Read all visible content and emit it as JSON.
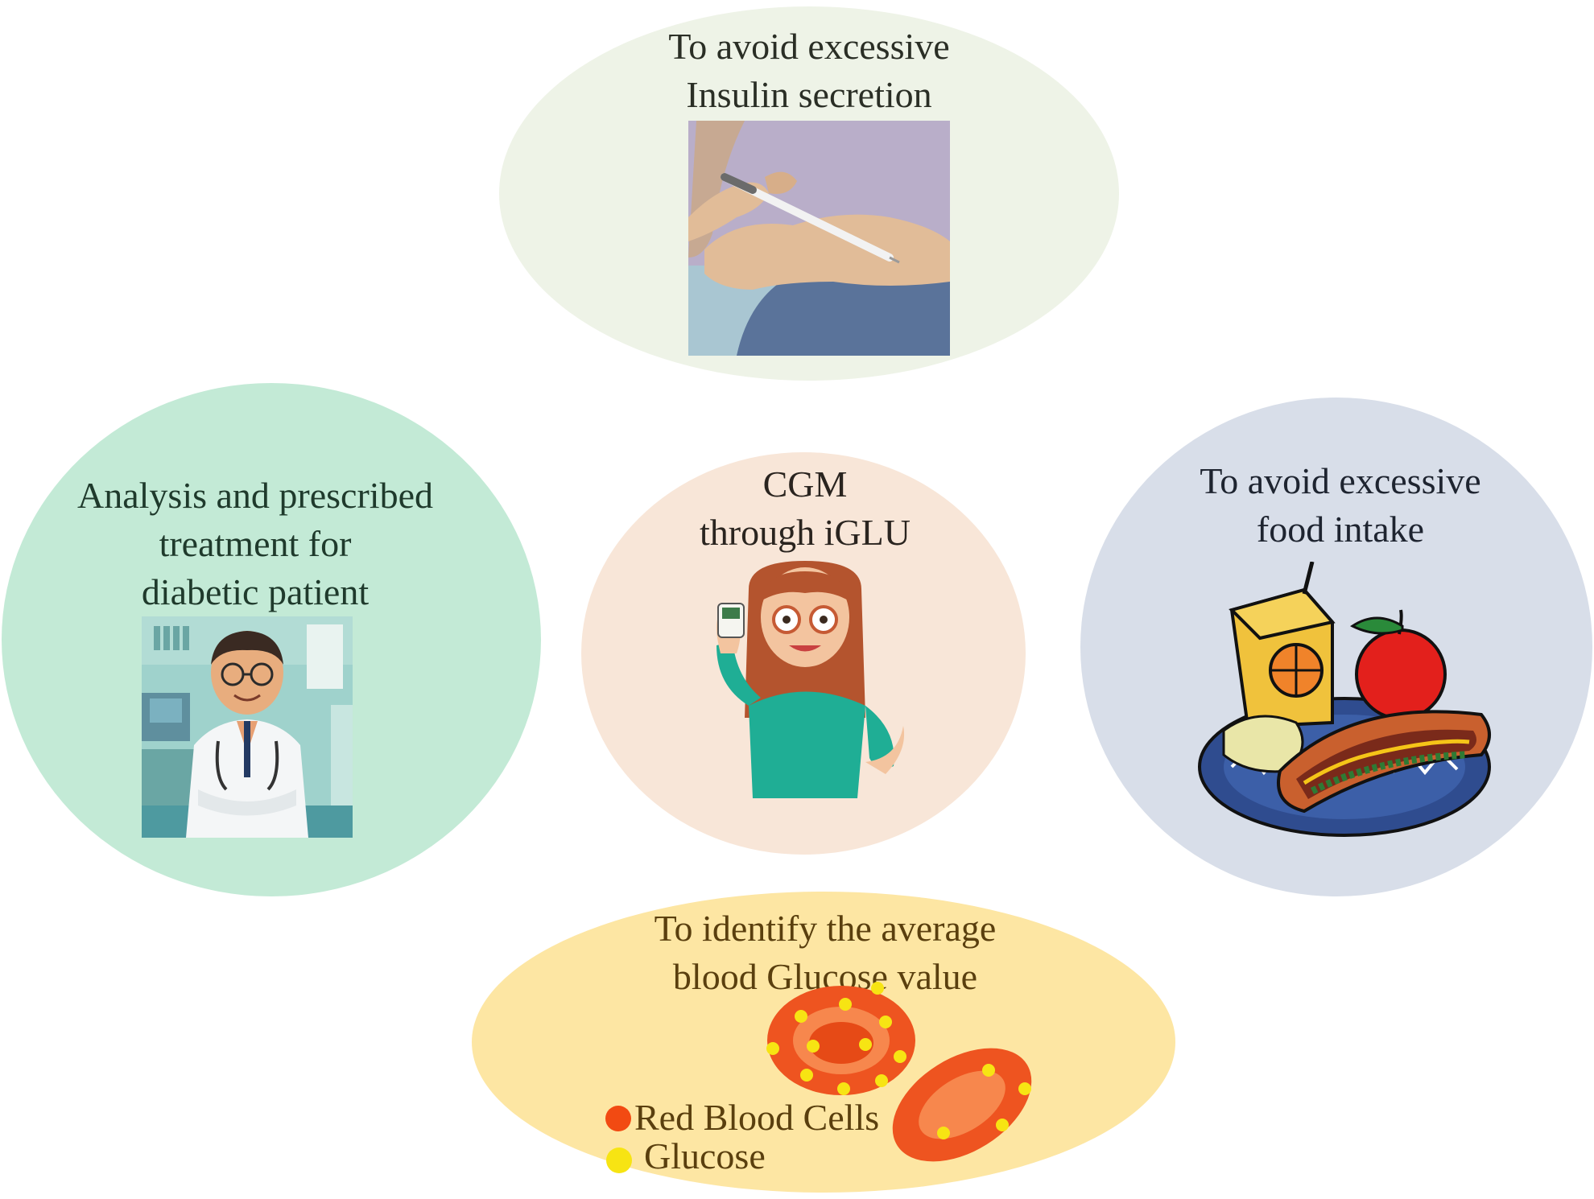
{
  "center": {
    "lines": [
      "CGM",
      "through iGLU"
    ],
    "color": "#f8e6d8"
  },
  "top": {
    "lines": [
      "To avoid excessive",
      "Insulin secretion"
    ],
    "color": "#eef3e7",
    "art_icon": "insulin-injection-illustration"
  },
  "left": {
    "lines": [
      "Analysis and prescribed",
      "treatment for",
      "diabetic patient"
    ],
    "color": "#c3ead6",
    "art_icon": "doctor-illustration"
  },
  "right": {
    "lines": [
      "To avoid excessive",
      "food intake"
    ],
    "color": "#d8dee9",
    "art_icon": "junk-food-plate-illustration"
  },
  "bottom": {
    "lines": [
      "To identify the average",
      "blood Glucose value"
    ],
    "color": "#fde6a3",
    "art_icon": "red-blood-cells-illustration",
    "legend": [
      {
        "label": "Red Blood Cells",
        "color": "#f24a12"
      },
      {
        "label": "Glucose",
        "color": "#f7e413"
      }
    ]
  }
}
